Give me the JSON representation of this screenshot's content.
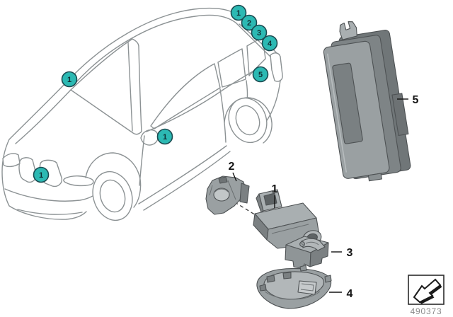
{
  "document": {
    "doc_number": "490373"
  },
  "colors": {
    "callout": "#2CB9B3",
    "callout_ring": "#1B4A50",
    "car_line": "#8C9294",
    "part_fill": "#9AA0A2",
    "label_text": "#141414"
  },
  "car_callouts": [
    "1",
    "2",
    "3",
    "4",
    "5",
    "1",
    "1",
    "1"
  ],
  "part_labels": {
    "camera": "1",
    "bracket": "2",
    "upper_cover": "3",
    "lower_cover": "4",
    "control_unit": "5"
  },
  "icons": {
    "footer_arrow": "direction-arrow-icon",
    "screw": "screw-icon"
  }
}
